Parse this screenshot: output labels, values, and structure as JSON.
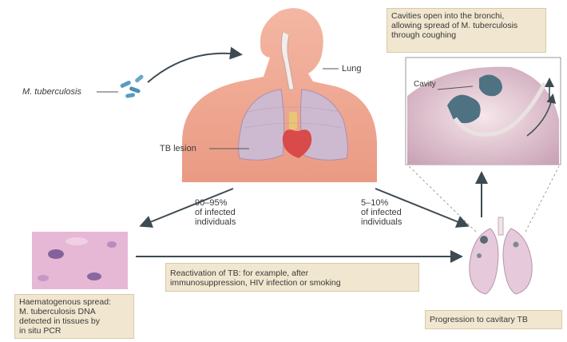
{
  "labels": {
    "mtb": "M. tuberculosis",
    "lung": "Lung",
    "tb_lesion": "TB lesion",
    "cavity": "Cavity",
    "left_pct": "90–95%\nof infected\nindividuals",
    "right_pct": "5–10%\nof infected\nindividuals"
  },
  "boxes": {
    "cavities": "Cavities open into the bronchi,\nallowing spread of M. tuberculosis\nthrough coughing",
    "reactivation": "Reactivation of TB: for example, after\nimmunosuppression, HIV infection or smoking",
    "haematogenous": "Haematogenous spread:\nM. tuberculosis DNA\ndetected in tissues by\nin situ PCR",
    "progression": "Progression to cavitary TB"
  },
  "colors": {
    "skin": "#f0a893",
    "lung": "#cdbad0",
    "box": "#f1e6cf",
    "arrow": "#3d4a52",
    "bacteria": "#5a9cc0",
    "heart": "#d94a4a"
  }
}
